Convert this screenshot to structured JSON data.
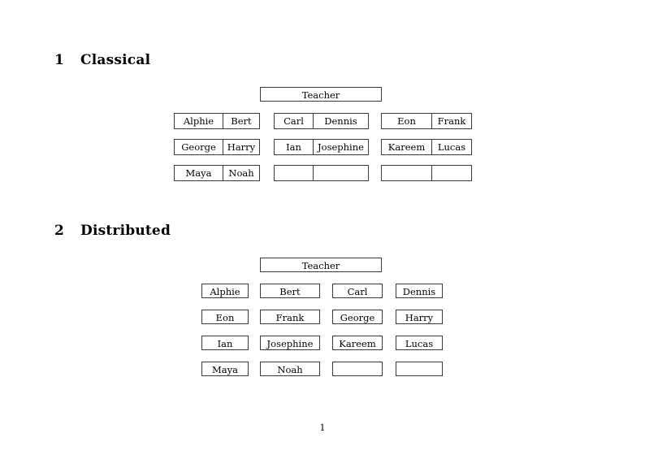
{
  "document": {
    "page_number": "1",
    "sections": [
      {
        "number": "1",
        "title": "Classical",
        "teacher_label": "Teacher",
        "layout": "grouped-pairs",
        "rows": [
          {
            "groups": [
              {
                "cells": [
                  "Alphie",
                  "Bert"
                ]
              },
              {
                "cells": [
                  "Carl",
                  "Dennis"
                ]
              },
              {
                "cells": [
                  "Eon",
                  "Frank"
                ]
              }
            ]
          },
          {
            "groups": [
              {
                "cells": [
                  "George",
                  "Harry"
                ]
              },
              {
                "cells": [
                  "Ian",
                  "Josephine"
                ]
              },
              {
                "cells": [
                  "Kareem",
                  "Lucas"
                ]
              }
            ]
          },
          {
            "groups": [
              {
                "cells": [
                  "Maya",
                  "Noah"
                ]
              },
              {
                "cells": [
                  "",
                  ""
                ]
              },
              {
                "cells": [
                  "",
                  ""
                ]
              }
            ]
          }
        ]
      },
      {
        "number": "2",
        "title": "Distributed",
        "teacher_label": "Teacher",
        "layout": "separate-boxes",
        "rows": [
          {
            "cells": [
              "Alphie",
              "Bert",
              "Carl",
              "Dennis"
            ]
          },
          {
            "cells": [
              "Eon",
              "Frank",
              "George",
              "Harry"
            ]
          },
          {
            "cells": [
              "Ian",
              "Josephine",
              "Kareem",
              "Lucas"
            ]
          },
          {
            "cells": [
              "Maya",
              "Noah",
              "",
              ""
            ]
          }
        ]
      }
    ]
  },
  "colors": {
    "page_background": "#ffffff",
    "text": "#000000",
    "box_border": "#3a3a3a"
  }
}
